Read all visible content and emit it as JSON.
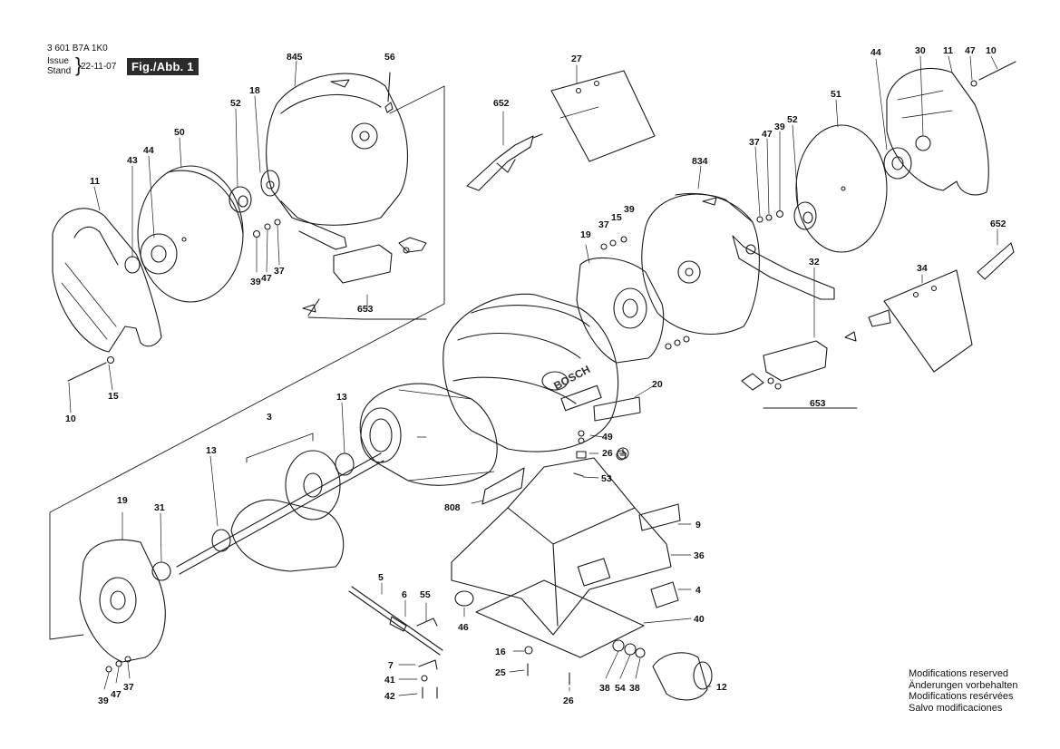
{
  "header": {
    "part_code": "3 601 B7A 1K0",
    "issue_label": "Issue",
    "stand_label": "Stand",
    "date": "22-11-07",
    "figure": "Fig./Abb. 1"
  },
  "notes": [
    "Modifications reserved",
    "Änderungen vorbehalten",
    "Modifications resérvées",
    "Salvo modificaciones"
  ],
  "labels": {
    "l10a": "10",
    "l15a": "15",
    "l11a": "11",
    "l43": "43",
    "l44a": "44",
    "l50": "50",
    "l52a": "52",
    "l18": "18",
    "l845": "845",
    "l56": "56",
    "l39a": "39",
    "l47a": "47",
    "l37a": "37",
    "l653a": "653",
    "l652a": "652",
    "l27": "27",
    "l834": "834",
    "l19a": "19",
    "l37b": "37",
    "l15b": "15",
    "l39b": "39",
    "l37c": "37",
    "l47b": "47",
    "l39c": "39",
    "l52b": "52",
    "l51": "51",
    "l44b": "44",
    "l30": "30",
    "l11b": "11",
    "l47c": "47",
    "l10b": "10",
    "l652b": "652",
    "l32": "32",
    "l34": "34",
    "l653b": "653",
    "l20": "20",
    "l49": "49",
    "l26a": "26",
    "l53": "53",
    "l13a": "13",
    "l3": "3",
    "l13b": "13",
    "l31": "31",
    "l19b": "19",
    "l39d": "39",
    "l47d": "47",
    "l37d": "37",
    "l808": "808",
    "l9": "9",
    "l36": "36",
    "l4": "4",
    "l40": "40",
    "l5": "5",
    "l6": "6",
    "l55": "55",
    "l46": "46",
    "l7": "7",
    "l41": "41",
    "l42": "42",
    "l16": "16",
    "l25": "25",
    "l26b": "26",
    "l38a": "38",
    "l54": "54",
    "l38b": "38",
    "l12": "12"
  },
  "motor_logo": "BOSCH"
}
